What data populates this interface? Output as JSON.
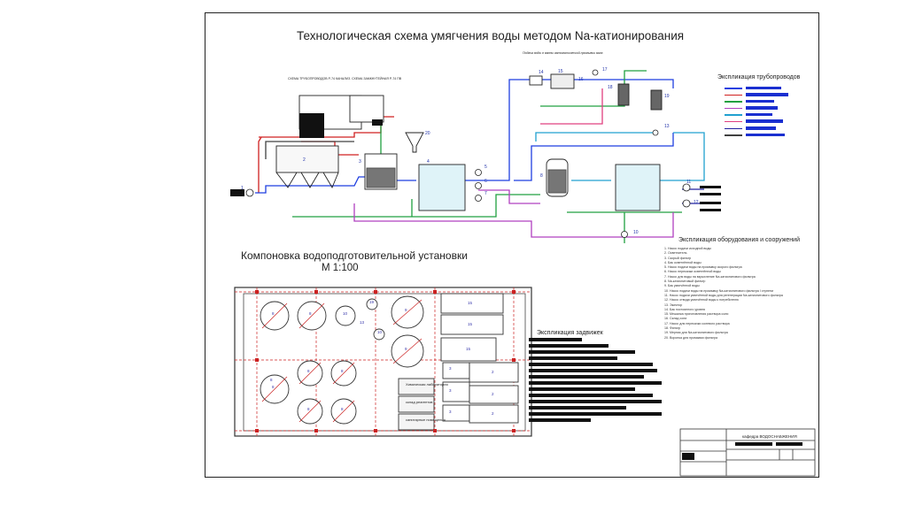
{
  "titles": {
    "main": "Технологическая схема умягчения воды методом  Na-катионирования",
    "layout": "Компоновка водоподготовительной установки",
    "scale": "М 1:100",
    "pipelines": "Экспликация трубопроводов",
    "equipment": "Экспликация оборудования и сооружений",
    "valves": "Экспликация задвижек",
    "department": "кафедра ВОДОСНАБЖЕНИЯ",
    "top_note": "Подача воды в ванны автоматической промывки вала",
    "scheme_note": "СХЕМА ТРУБОПРОВОДОВ Р-74 КАНАЛИЗ. СХЕМА ЗАМКНУТЕЙНАЯ Р-74 ПВ"
  },
  "equipment_list": [
    "1. Насос подачи исходной воды",
    "2. Осветлитель",
    "3. Скорый фильтр",
    "4. Бак осветлённой воды",
    "5. Насос подачи воды на промывку скорого фильтра",
    "6. Насос перекачки осветлённой воды",
    "7. Насос для воды на взрыхление Na-катионитового фильтра",
    "8. Na-катионитовый фильтр",
    "9. Бак умягчённой воды",
    "10. Насос подачи воды на промывку Na-катионитового фильтра I ступени",
    "11. Насос подачи умягчённой воды для регенерации Na-катионитового фильтра",
    "12. Насос отвода умягчённой воды к потребителю",
    "13. Эжектор",
    "14. Бак постоянного уровня",
    "15. Мешалка приготовления раствора соли",
    "16. Склад соли",
    "17. Насос для перекачки солевого раствора",
    "18. Фильтр",
    "19. Мерник для Na-катионитового фильтра",
    "20. Воронка для промывки фильтра"
  ],
  "scheme_numbers": [
    "1",
    "2",
    "3",
    "4",
    "5",
    "6",
    "7",
    "8",
    "10",
    "11",
    "12",
    "13",
    "14",
    "15",
    "16",
    "17",
    "18",
    "19",
    "20"
  ],
  "room_numbers": [
    "8",
    "8",
    "9",
    "9",
    "8",
    "8",
    "8",
    "8",
    "8",
    "8",
    "10",
    "10",
    "13",
    "15",
    "15",
    "15",
    "19",
    "3",
    "3",
    "3",
    "2",
    "2",
    "2"
  ],
  "room_labels": [
    "Химическая лаборатория",
    "склад реагентов",
    "санитарные помещения"
  ],
  "pipe_colors": [
    "#1f3fe0",
    "#d02020",
    "#20a040",
    "#b040c0",
    "#20a0d0",
    "#e04080",
    "#2020a0",
    "#404040"
  ],
  "colors": {
    "border": "#222222",
    "grid": "#cc2222",
    "title": "#222222"
  }
}
